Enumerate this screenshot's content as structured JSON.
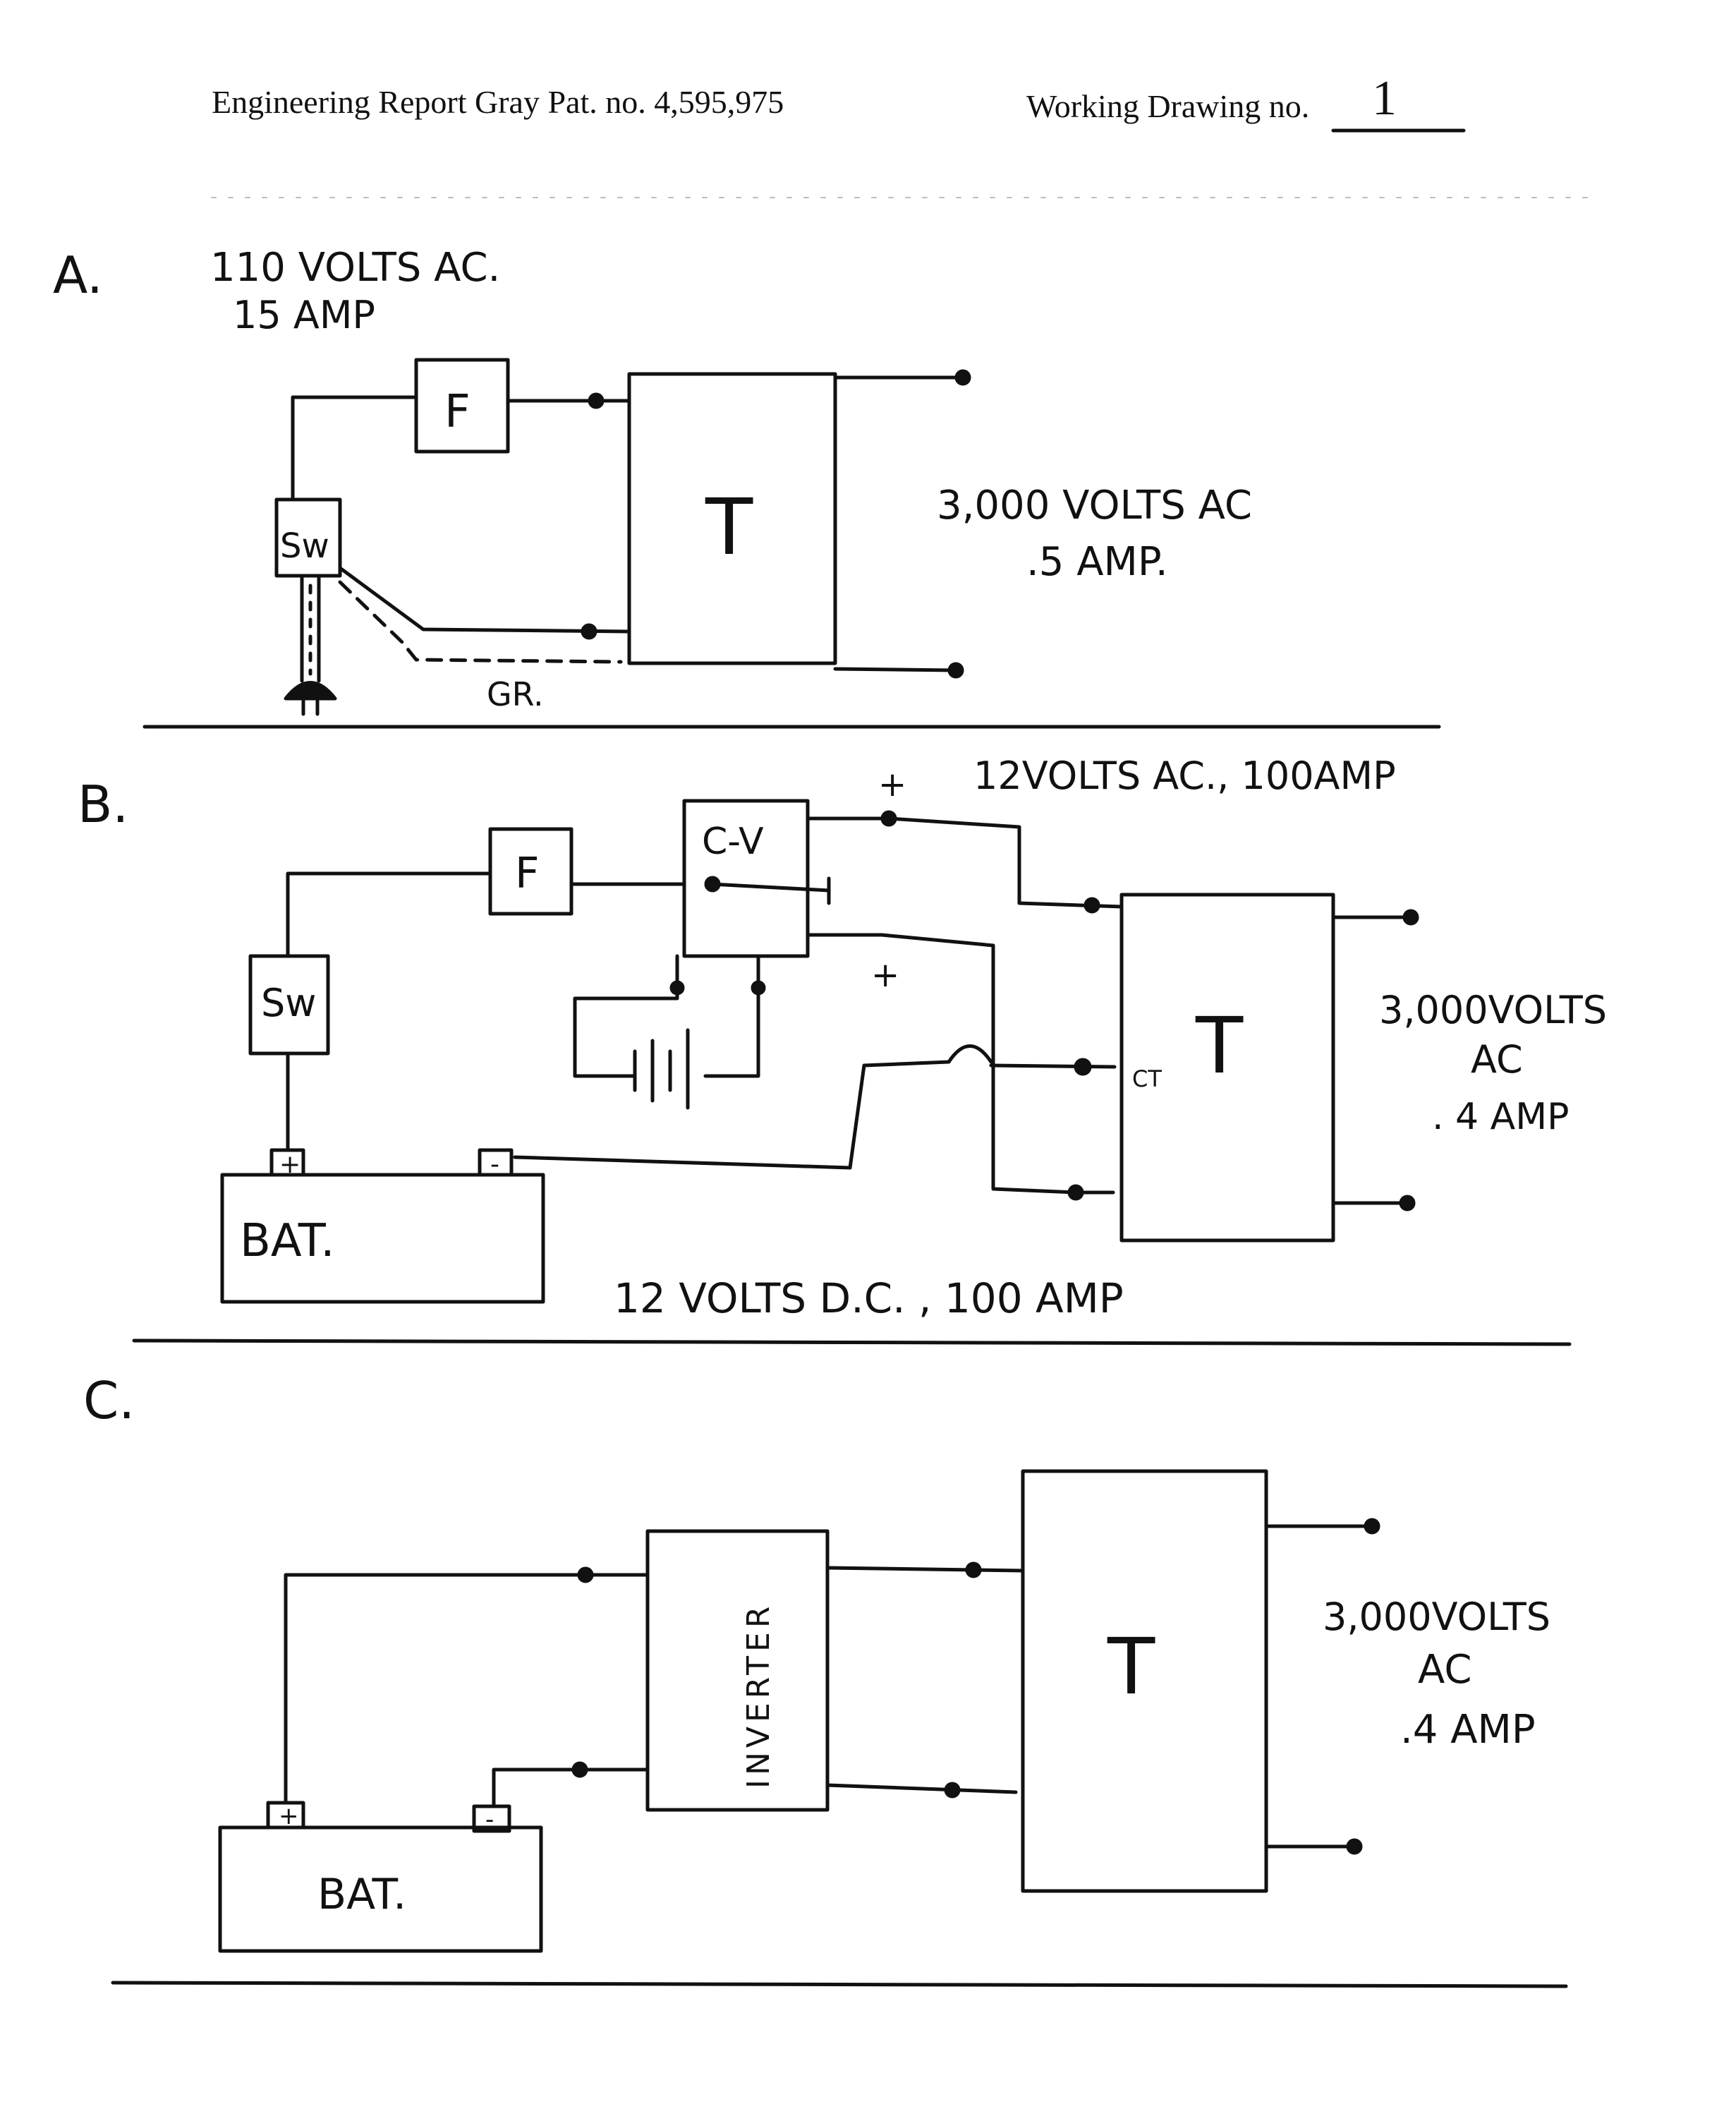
{
  "header": {
    "left_text": "Engineering Report Gray Pat. no. 4,595,975",
    "right_label": "Working Drawing no.",
    "drawing_no": "1"
  },
  "section_a": {
    "letter": "A.",
    "input_line1": "110 VOLTS AC.",
    "input_line2": "15 AMP",
    "fuse": "F",
    "switch": "Sw",
    "transformer": "T",
    "ground": "GR.",
    "output_line1": "3,000 VOLTS AC",
    "output_line2": ".5 AMP."
  },
  "section_b": {
    "letter": "B.",
    "plus_top": "+",
    "ac_label": "12VOLTS AC., 100AMP",
    "fuse": "F",
    "cv": "C-V",
    "switch": "Sw",
    "plus_mid": "+",
    "ct": "CT",
    "transformer": "T",
    "bat_pos": "+",
    "bat_neg": "-",
    "battery": "BAT.",
    "dc_label": "12 VOLTS D.C. , 100 AMP",
    "output_line1": "3,000VOLTS",
    "output_line2": "AC",
    "output_line3": ". 4 AMP"
  },
  "section_c": {
    "letter": "C.",
    "inverter": "INVERTER",
    "transformer": "T",
    "bat_pos": "+",
    "bat_neg": "-",
    "battery": "BAT.",
    "output_line1": "3,000VOLTS",
    "output_line2": "AC",
    "output_line3": ".4 AMP"
  }
}
